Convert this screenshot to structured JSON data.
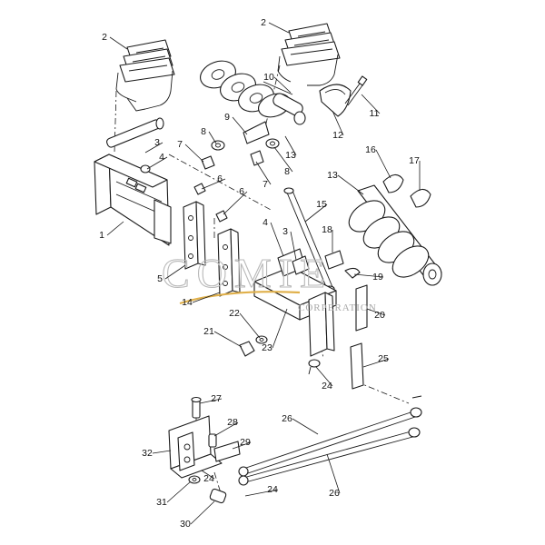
{
  "diagram": {
    "callouts": [
      {
        "id": "c2a",
        "label": "2"
      },
      {
        "id": "c2b",
        "label": "2"
      },
      {
        "id": "c10",
        "label": "10"
      },
      {
        "id": "c11",
        "label": "11"
      },
      {
        "id": "c9",
        "label": "9"
      },
      {
        "id": "c8a",
        "label": "8"
      },
      {
        "id": "c7a",
        "label": "7"
      },
      {
        "id": "c12",
        "label": "12"
      },
      {
        "id": "c13a",
        "label": "13"
      },
      {
        "id": "c8b",
        "label": "8"
      },
      {
        "id": "c7b",
        "label": "7"
      },
      {
        "id": "c3a",
        "label": "3"
      },
      {
        "id": "c4a",
        "label": "4"
      },
      {
        "id": "c16",
        "label": "16"
      },
      {
        "id": "c17",
        "label": "17"
      },
      {
        "id": "c13b",
        "label": "13"
      },
      {
        "id": "c6a",
        "label": "6"
      },
      {
        "id": "c6b",
        "label": "6"
      },
      {
        "id": "c15",
        "label": "15"
      },
      {
        "id": "c1",
        "label": "1"
      },
      {
        "id": "c4b",
        "label": "4"
      },
      {
        "id": "c3b",
        "label": "3"
      },
      {
        "id": "c18",
        "label": "18"
      },
      {
        "id": "c5",
        "label": "5"
      },
      {
        "id": "c19",
        "label": "19"
      },
      {
        "id": "c14",
        "label": "14"
      },
      {
        "id": "c20",
        "label": "20"
      },
      {
        "id": "c22",
        "label": "22"
      },
      {
        "id": "c21",
        "label": "21"
      },
      {
        "id": "c23",
        "label": "23"
      },
      {
        "id": "c25",
        "label": "25"
      },
      {
        "id": "c24a",
        "label": "24"
      },
      {
        "id": "c27",
        "label": "27"
      },
      {
        "id": "c26a",
        "label": "26"
      },
      {
        "id": "c28",
        "label": "28"
      },
      {
        "id": "c29",
        "label": "29"
      },
      {
        "id": "c32",
        "label": "32"
      },
      {
        "id": "c24b",
        "label": "24"
      },
      {
        "id": "c24c",
        "label": "24"
      },
      {
        "id": "c26b",
        "label": "26"
      },
      {
        "id": "c31",
        "label": "31"
      },
      {
        "id": "c30",
        "label": "30"
      }
    ]
  },
  "watermark": {
    "text": "COMIE",
    "subtext": "CORPERATION"
  }
}
